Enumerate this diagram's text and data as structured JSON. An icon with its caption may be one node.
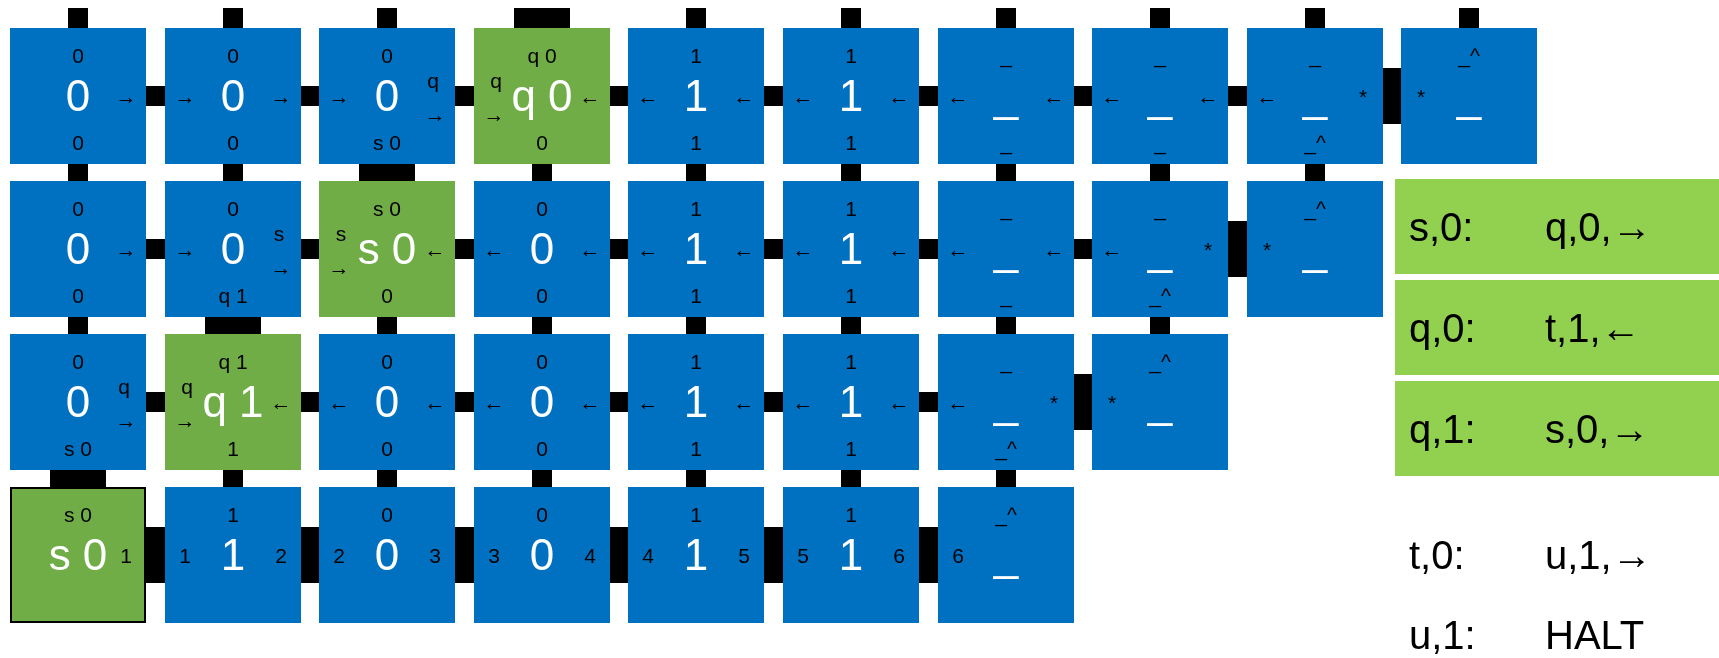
{
  "diagram": {
    "nodes": [
      {
        "text": [
          "0",
          "0",
          "→",
          "0"
        ]
      },
      {
        "text": [
          "0",
          "→",
          "0",
          "→",
          "0"
        ]
      },
      {
        "text": [
          "0",
          "→",
          "0",
          "q",
          "→",
          "s 0"
        ]
      },
      {
        "text": [
          "q 0",
          "q",
          "→",
          "q 0",
          "←",
          "0"
        ]
      },
      {
        "text": [
          "1",
          "←",
          "1",
          "←",
          "1"
        ]
      },
      {
        "text": [
          "1",
          "←",
          "1",
          "←",
          "1"
        ]
      },
      {
        "text": [
          "_",
          "←",
          "_",
          "←",
          "_"
        ]
      },
      {
        "text": [
          "_",
          "←",
          "_",
          "←",
          "_"
        ]
      },
      {
        "text": [
          "_",
          "←",
          "_",
          "*",
          "_^"
        ]
      },
      {
        "text": [
          "_^",
          "*",
          "_"
        ]
      },
      {
        "text": [
          "0",
          "0",
          "→",
          "0"
        ]
      },
      {
        "text": [
          "0",
          "→",
          "0",
          "s",
          "→",
          "q 1"
        ]
      },
      {
        "text": [
          "s 0",
          "s",
          "→",
          "s 0",
          "←",
          "0"
        ]
      },
      {
        "text": [
          "0",
          "←",
          "0",
          "←",
          "0"
        ]
      },
      {
        "text": [
          "1",
          "←",
          "1",
          "←",
          "1"
        ]
      },
      {
        "text": [
          "1",
          "←",
          "1",
          "←",
          "1"
        ]
      },
      {
        "text": [
          "_",
          "←",
          "_",
          "←",
          "_"
        ]
      },
      {
        "text": [
          "_",
          "←",
          "_",
          "*",
          "_^"
        ]
      },
      {
        "text": [
          "_^",
          "*",
          "_"
        ]
      },
      {
        "text": [
          "0",
          "0",
          "q",
          "→",
          "s 0"
        ]
      },
      {
        "text": [
          "q 1",
          "q",
          "→",
          "q 1",
          "←",
          "1"
        ]
      },
      {
        "text": [
          "0",
          "←",
          "0",
          "←",
          "0"
        ]
      },
      {
        "text": [
          "0",
          "←",
          "0",
          "←",
          "0"
        ]
      },
      {
        "text": [
          "1",
          "←",
          "1",
          "←",
          "1"
        ]
      },
      {
        "text": [
          "1",
          "←",
          "1",
          "←",
          "1"
        ]
      },
      {
        "text": [
          "_",
          "←",
          "_",
          "*",
          "_^"
        ]
      },
      {
        "text": [
          "_^",
          "*",
          "_"
        ]
      },
      {
        "text": [
          "s 0",
          "s 0",
          "1"
        ]
      },
      {
        "text": [
          "1",
          "1",
          "1",
          "2"
        ]
      },
      {
        "text": [
          "0",
          "2",
          "0",
          "3"
        ]
      },
      {
        "text": [
          "0",
          "3",
          "0",
          "4"
        ]
      },
      {
        "text": [
          "1",
          "4",
          "1",
          "5"
        ]
      },
      {
        "text": [
          "1",
          "5",
          "1",
          "6"
        ]
      },
      {
        "text": [
          "_^",
          "6",
          "_"
        ]
      },
      {
        "text": [
          "s,0:",
          "q,0,→"
        ]
      },
      {
        "text": [
          "q,0:",
          "t,1,←"
        ]
      },
      {
        "text": [
          "q,1:",
          "s,0,→"
        ]
      }
    ],
    "edges": [
      {
        "from": 0,
        "to": 1,
        "arrow": "none"
      },
      {
        "from": 1,
        "to": 2,
        "arrow": "none"
      },
      {
        "from": 2,
        "to": 3,
        "arrow": "none"
      },
      {
        "from": 3,
        "to": 4,
        "arrow": "none"
      },
      {
        "from": 4,
        "to": 5,
        "arrow": "none"
      },
      {
        "from": 5,
        "to": 6,
        "arrow": "none"
      },
      {
        "from": 6,
        "to": 7,
        "arrow": "none"
      },
      {
        "from": 7,
        "to": 8,
        "arrow": "none"
      },
      {
        "from": 8,
        "to": 9,
        "arrow": "none",
        "style": "thick"
      },
      {
        "from": 10,
        "to": 11,
        "arrow": "none"
      },
      {
        "from": 11,
        "to": 12,
        "arrow": "none"
      },
      {
        "from": 12,
        "to": 13,
        "arrow": "none"
      },
      {
        "from": 13,
        "to": 14,
        "arrow": "none"
      },
      {
        "from": 14,
        "to": 15,
        "arrow": "none"
      },
      {
        "from": 15,
        "to": 16,
        "arrow": "none"
      },
      {
        "from": 16,
        "to": 17,
        "arrow": "none"
      },
      {
        "from": 17,
        "to": 18,
        "arrow": "none",
        "style": "thick"
      },
      {
        "from": 19,
        "to": 20,
        "arrow": "none"
      },
      {
        "from": 20,
        "to": 21,
        "arrow": "none"
      },
      {
        "from": 21,
        "to": 22,
        "arrow": "none"
      },
      {
        "from": 22,
        "to": 23,
        "arrow": "none"
      },
      {
        "from": 23,
        "to": 24,
        "arrow": "none"
      },
      {
        "from": 24,
        "to": 25,
        "arrow": "none"
      },
      {
        "from": 25,
        "to": 26,
        "arrow": "none",
        "style": "thick"
      },
      {
        "from": 27,
        "to": 28,
        "arrow": "none",
        "style": "thick"
      },
      {
        "from": 28,
        "to": 29,
        "arrow": "none",
        "style": "thick"
      },
      {
        "from": 29,
        "to": 30,
        "arrow": "none",
        "style": "thick"
      },
      {
        "from": 30,
        "to": 31,
        "arrow": "none",
        "style": "thick"
      },
      {
        "from": 31,
        "to": 32,
        "arrow": "none",
        "style": "thick"
      },
      {
        "from": 32,
        "to": 33,
        "arrow": "none",
        "style": "thick"
      },
      {
        "from": 0,
        "to": 10,
        "arrow": "none"
      },
      {
        "from": 1,
        "to": 11,
        "arrow": "none"
      },
      {
        "from": 2,
        "to": 12,
        "arrow": "none",
        "style": "thick"
      },
      {
        "from": 3,
        "to": 13,
        "arrow": "none"
      },
      {
        "from": 4,
        "to": 14,
        "arrow": "none"
      },
      {
        "from": 5,
        "to": 15,
        "arrow": "none"
      },
      {
        "from": 6,
        "to": 16,
        "arrow": "none"
      },
      {
        "from": 7,
        "to": 17,
        "arrow": "none"
      },
      {
        "from": 8,
        "to": 18,
        "arrow": "none"
      },
      {
        "from": 10,
        "to": 19,
        "arrow": "none"
      },
      {
        "from": 11,
        "to": 20,
        "arrow": "none",
        "style": "thick"
      },
      {
        "from": 12,
        "to": 21,
        "arrow": "none"
      },
      {
        "from": 13,
        "to": 22,
        "arrow": "none"
      },
      {
        "from": 14,
        "to": 23,
        "arrow": "none"
      },
      {
        "from": 15,
        "to": 24,
        "arrow": "none"
      },
      {
        "from": 16,
        "to": 25,
        "arrow": "none"
      },
      {
        "from": 17,
        "to": 26,
        "arrow": "none"
      },
      {
        "from": 19,
        "to": 27,
        "arrow": "none",
        "style": "thick"
      },
      {
        "from": 20,
        "to": 28,
        "arrow": "none"
      },
      {
        "from": 21,
        "to": 29,
        "arrow": "none"
      },
      {
        "from": 22,
        "to": 30,
        "arrow": "none"
      },
      {
        "from": 23,
        "to": 31,
        "arrow": "none"
      },
      {
        "from": 24,
        "to": 32,
        "arrow": "none"
      },
      {
        "from": 25,
        "to": 33,
        "arrow": "none"
      }
    ],
    "labels": [
      "t,0:",
      "u,1,→",
      "u,1:",
      "HALT"
    ]
  }
}
